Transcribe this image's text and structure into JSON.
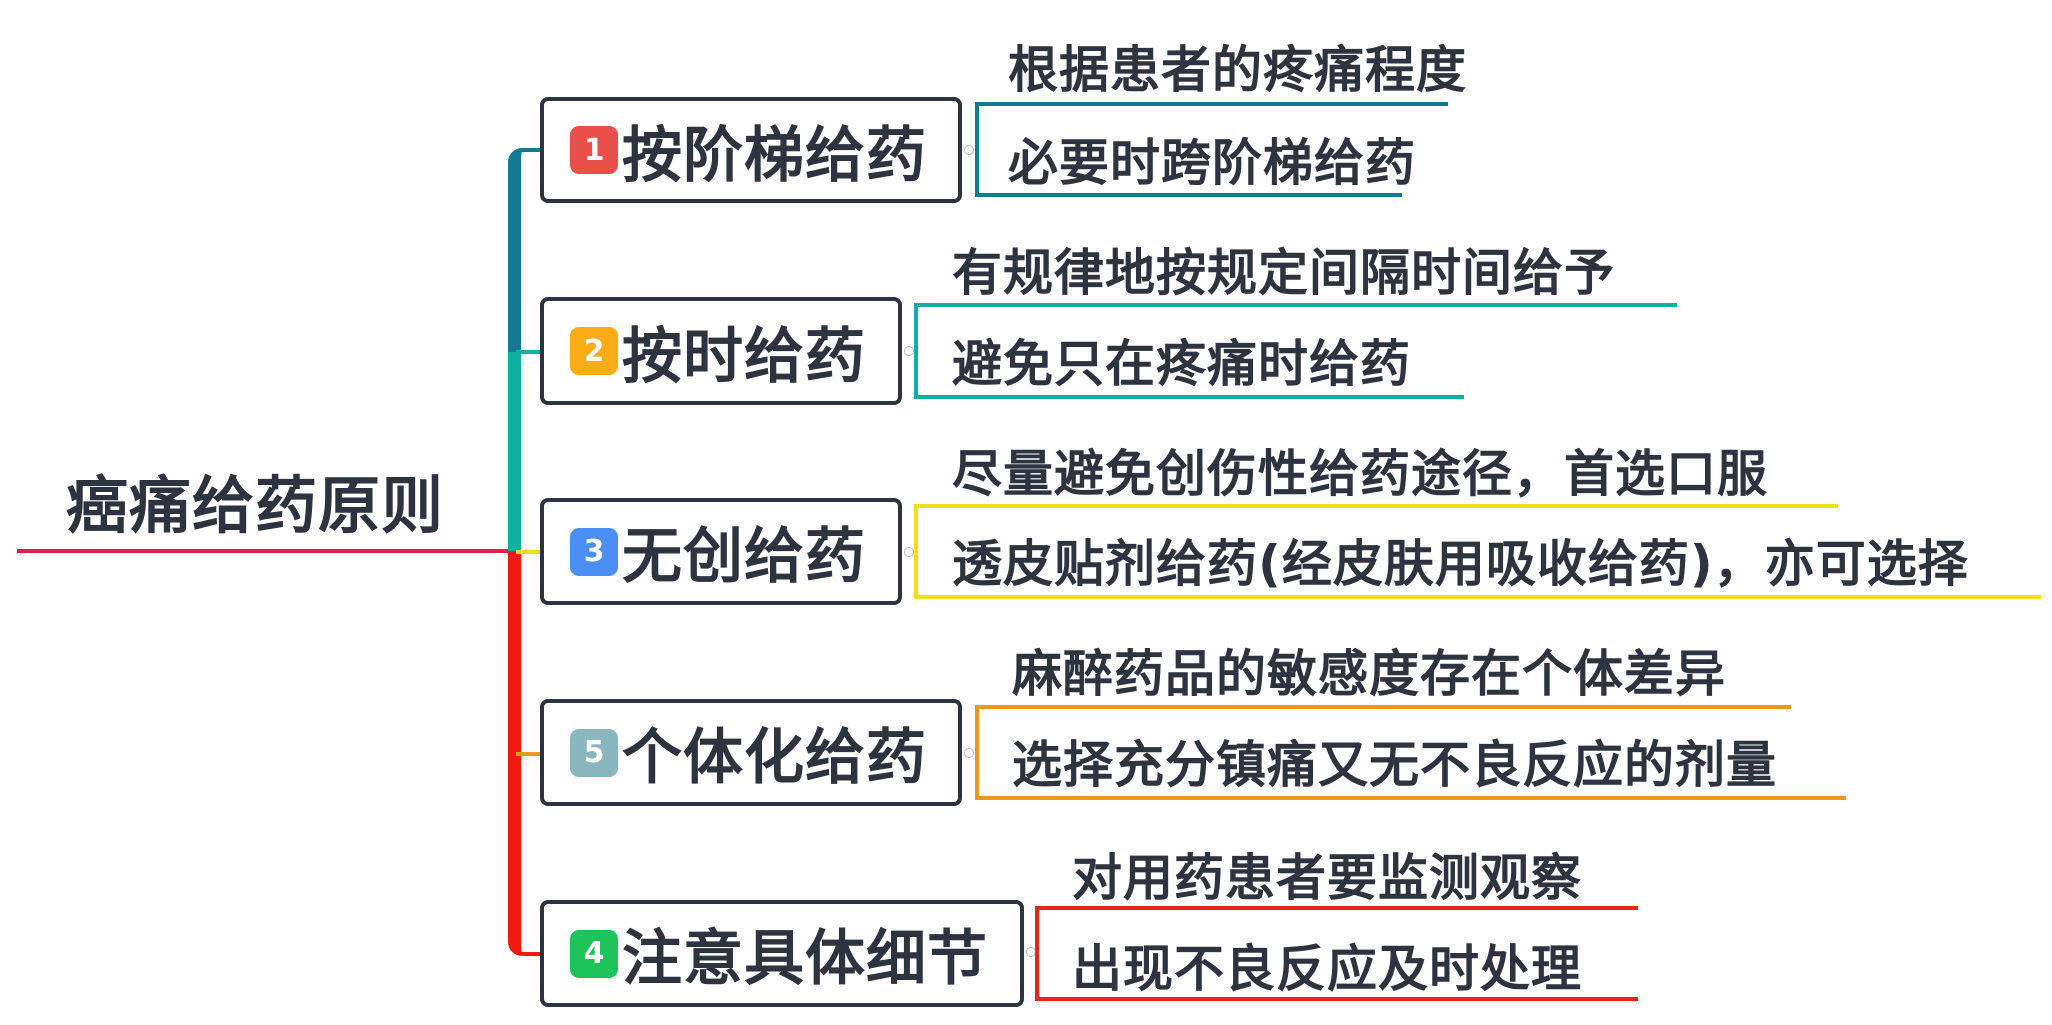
{
  "root": {
    "title": "癌痛给药原则",
    "line_color": "#d6274a"
  },
  "trunk_colors": {
    "segment_1": "#137a91",
    "segment_2": "#12b0a0",
    "segment_3": "#f01a10"
  },
  "branches": [
    {
      "badge": "1",
      "badge_color": "#e8504a",
      "label": "按阶梯给药",
      "color": "#137a91",
      "items": [
        "根据患者的疼痛程度",
        "必要时跨阶梯给药"
      ]
    },
    {
      "badge": "2",
      "badge_color": "#f9ac16",
      "label": "按时给药",
      "color": "#12b0a0",
      "items": [
        "有规律地按规定间隔时间给予",
        "避免只在疼痛时给药"
      ]
    },
    {
      "badge": "3",
      "badge_color": "#4b8ff5",
      "label": "无创给药",
      "color": "#f5dd1a",
      "items": [
        "尽量避免创伤性给药途径，首选口服",
        "透皮贴剂给药(经皮肤用吸收给药)，亦可选择"
      ]
    },
    {
      "badge": "5",
      "badge_color": "#8ab6be",
      "label": "个体化给药",
      "color": "#e89a1e",
      "items": [
        "麻醉药品的敏感度存在个体差异",
        "选择充分镇痛又无不良反应的剂量"
      ]
    },
    {
      "badge": "4",
      "badge_color": "#1ec35a",
      "label": "注意具体细节",
      "color": "#e8241c",
      "items": [
        "对用药患者要监测观察",
        "出现不良反应及时处理"
      ]
    }
  ]
}
